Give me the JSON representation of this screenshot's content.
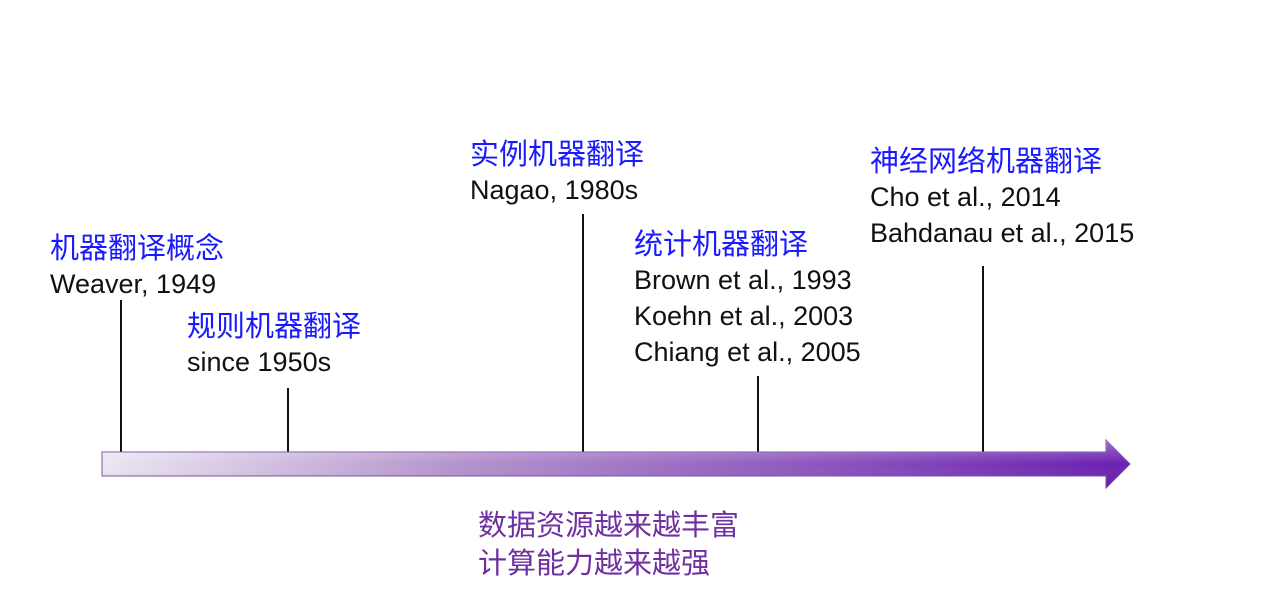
{
  "colors": {
    "title": "#1a1aff",
    "reference": "#111111",
    "caption": "#7030a0",
    "arrow_start": "#e8e0f0",
    "arrow_end": "#6a1fb0",
    "tick": "#111111"
  },
  "events": [
    {
      "title": "机器翻译概念",
      "refs": [
        "Weaver, 1949"
      ]
    },
    {
      "title": "规则机器翻译",
      "refs": [
        "since 1950s"
      ]
    },
    {
      "title": "实例机器翻译",
      "refs": [
        "Nagao, 1980s"
      ]
    },
    {
      "title": "统计机器翻译",
      "refs": [
        "Brown et al., 1993",
        "Koehn et al., 2003",
        "Chiang et al., 2005"
      ]
    },
    {
      "title": "神经网络机器翻译",
      "refs": [
        "Cho et al., 2014",
        "Bahdanau et al., 2015"
      ]
    }
  ],
  "caption": {
    "line1": "数据资源越来越丰富",
    "line2": "计算能力越来越强"
  }
}
